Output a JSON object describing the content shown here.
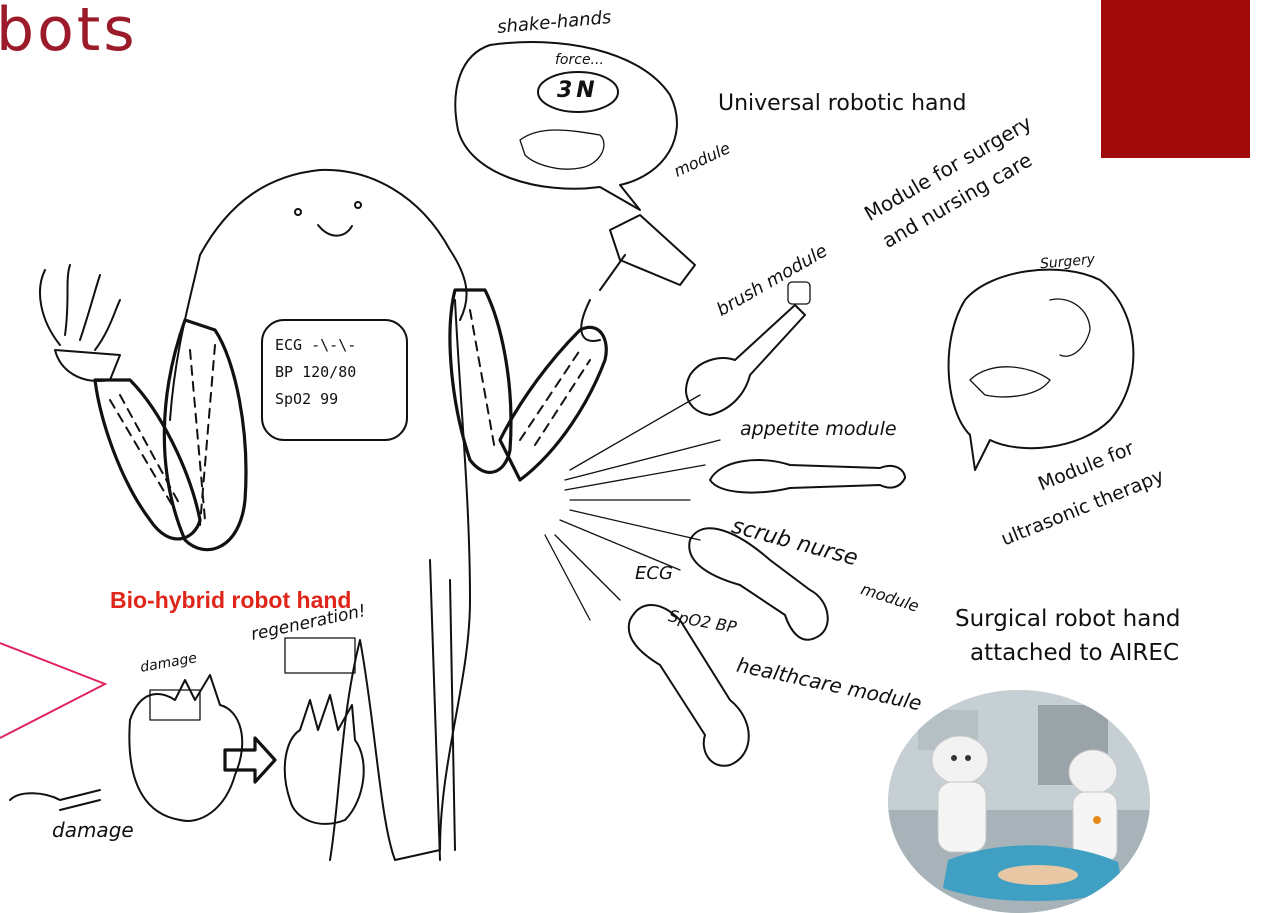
{
  "title": "bots",
  "labels": {
    "universal_hand": "Universal robotic hand",
    "surgery_module_line1": "Module for surgery",
    "surgery_module_line2": "and nursing care",
    "ultrasonic_line1": "Module for",
    "ultrasonic_line2": "ultrasonic therapy",
    "surgical_hand_line1": "Surgical robot hand",
    "surgical_hand_line2": "attached to AIREC",
    "biohybrid": "Bio-hybrid robot hand"
  },
  "sketch_text": {
    "shake_hands": "shake-hands",
    "force": "force...",
    "force_value": "3N",
    "module": "module",
    "brush_module": "brush module",
    "appetite_module": "appetite module",
    "scrub_nurse_1": "scrub nurse",
    "scrub_nurse_2": "module",
    "ecg": "ECG",
    "spo2_bp": "SpO2 BP",
    "healthcare_module": "healthcare module",
    "surgery": "Surgery",
    "regeneration": "regeneration!",
    "damage_top": "damage",
    "damage_bottom": "damage",
    "vitals": [
      {
        "label": "ECG",
        "value": "-\\-\\-"
      },
      {
        "label": "BP",
        "value": "120/80"
      },
      {
        "label": "SpO2",
        "value": "99"
      }
    ]
  },
  "colors": {
    "title": "#9c1b2a",
    "corner_block": "#a10a0a",
    "biohybrid": "#e0261b",
    "callout_line": "#e0245e"
  }
}
